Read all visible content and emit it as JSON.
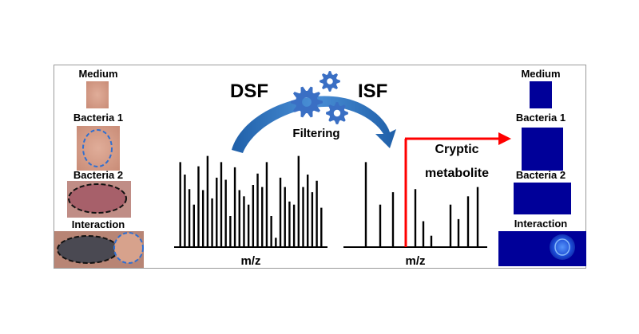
{
  "left_panel": {
    "labels": [
      "Medium",
      "Bacteria 1",
      "Bacteria 2",
      "Interaction"
    ]
  },
  "right_panel": {
    "labels": [
      "Medium",
      "Bacteria 1",
      "Bacteria 2",
      "Interaction"
    ]
  },
  "process": {
    "dsf": "DSF",
    "isf": "ISF",
    "filtering": "Filtering"
  },
  "spectra": {
    "left_axis_label": "m/z",
    "right_axis_label": "m/z",
    "left_peaks": [
      0.82,
      0.7,
      0.56,
      0.41,
      0.78,
      0.55,
      0.88,
      0.47,
      0.67,
      0.82,
      0.65,
      0.3,
      0.77,
      0.55,
      0.49,
      0.41,
      0.6,
      0.71,
      0.58,
      0.82,
      0.3,
      0.09,
      0.67,
      0.58,
      0.44,
      0.41,
      0.88,
      0.58,
      0.7,
      0.53,
      0.64,
      0.38
    ],
    "right_peaks": [
      0.82,
      0.41,
      0.53,
      0.56,
      0.25,
      0.11,
      0.41,
      0.27,
      0.49,
      0.58,
      0.68
    ],
    "highlight_label_line1": "Cryptic",
    "highlight_label_line2": "metabolite"
  },
  "colors": {
    "arc_blue": "#2e75b6",
    "gear_blue": "#3a6fc4",
    "highlight_red": "#ff0000",
    "image_blue": "#000099",
    "tissue_pink": "#d49a86"
  }
}
